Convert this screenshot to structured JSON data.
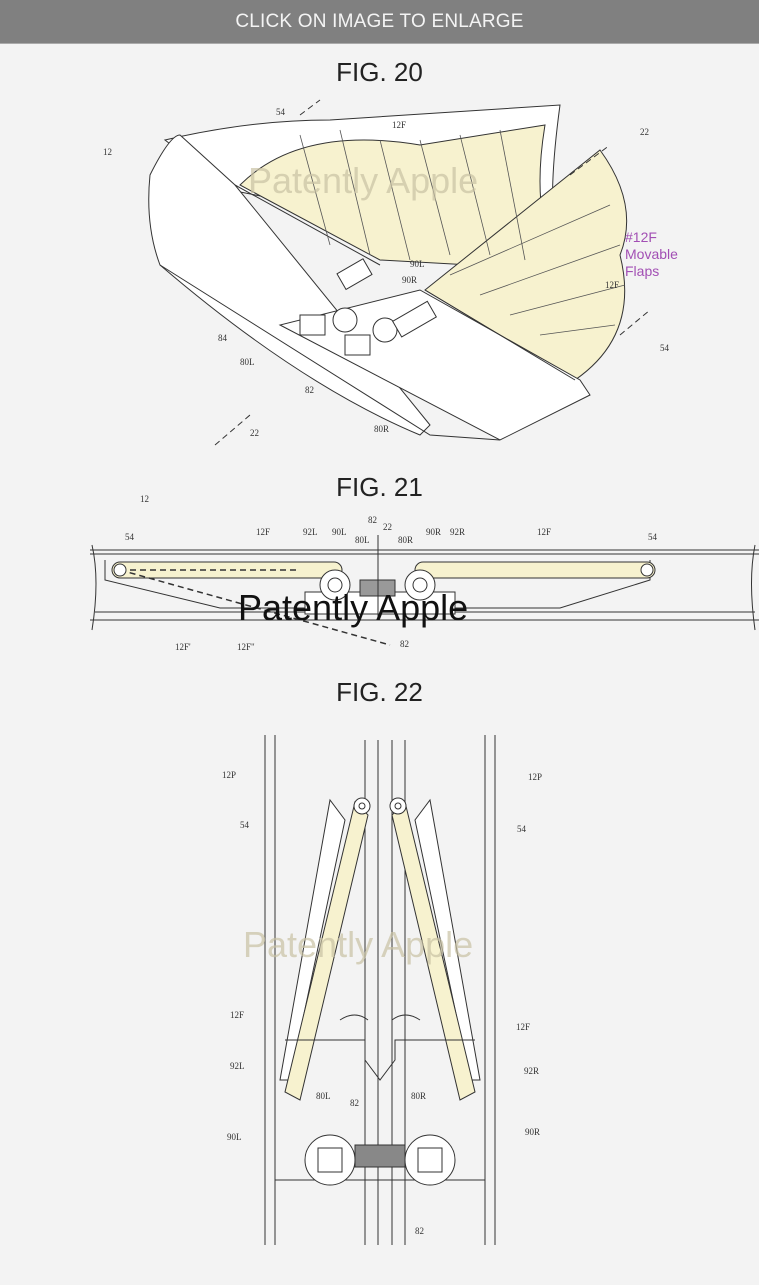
{
  "banner": {
    "label": "CLICK ON IMAGE TO ENLARGE"
  },
  "watermark": "Patently Apple",
  "fig20": {
    "title": "FIG. 20",
    "labels": {
      "l12": "12",
      "l54a": "54",
      "l12F": "12F",
      "l22a": "22",
      "l90L": "90L",
      "l90R": "90R",
      "l12Fb": "12F",
      "l54b": "54",
      "l84": "84",
      "l80L": "80L",
      "l82": "82",
      "l80R": "80R",
      "l22b": "22"
    },
    "annotation": [
      "#12F",
      "Movable",
      "Flaps"
    ],
    "colors": {
      "flap": "#f7f2cf"
    }
  },
  "fig21": {
    "title": "FIG. 21",
    "labels": {
      "l12": "12",
      "l54a": "54",
      "l12F": "12F",
      "l92L": "92L",
      "l90L": "90L",
      "l82t": "82",
      "l22": "22",
      "l80L": "80L",
      "l80R": "80R",
      "l90R": "90R",
      "l92R": "92R",
      "l12Fb": "12F",
      "l54b": "54",
      "l12Fp": "12F'",
      "l12Fpp": "12F\"",
      "l82b": "82"
    }
  },
  "fig22": {
    "title": "FIG. 22",
    "labels": {
      "l12PL": "12P",
      "l12PR": "12P",
      "l54L": "54",
      "l54R": "54",
      "l12FL": "12F",
      "l12FR": "12F",
      "l92L": "92L",
      "l92R": "92R",
      "l80L": "80L",
      "l82t": "82",
      "l80R": "80R",
      "l90L": "90L",
      "l90R": "90R",
      "l82b": "82"
    }
  }
}
